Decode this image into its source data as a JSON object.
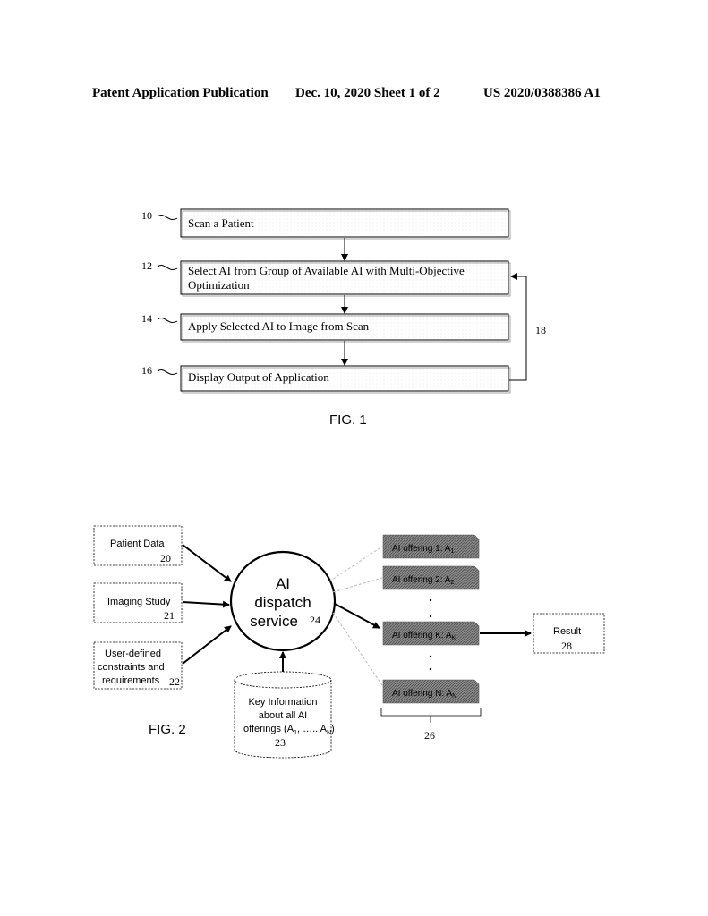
{
  "header": {
    "left": "Patent Application Publication",
    "middle": "Dec. 10, 2020  Sheet 1 of 2",
    "right": "US 2020/0388386 A1"
  },
  "fig1": {
    "caption": "FIG. 1",
    "steps": [
      {
        "ref": "10",
        "lines": [
          "Scan a Patient"
        ]
      },
      {
        "ref": "12",
        "lines": [
          "Select AI from Group of Available AI with Multi-Objective",
          "Optimization"
        ]
      },
      {
        "ref": "14",
        "lines": [
          "Apply Selected AI to Image from Scan"
        ]
      },
      {
        "ref": "16",
        "lines": [
          "Display Output of Application"
        ]
      }
    ],
    "loop_ref": "18"
  },
  "fig2": {
    "caption": "FIG. 2",
    "inputs": [
      {
        "lines": [
          "Patient Data"
        ],
        "ref": "20"
      },
      {
        "lines": [
          "Imaging Study"
        ],
        "ref": "21"
      },
      {
        "lines": [
          "User-defined",
          "constraints and",
          "requirements"
        ],
        "ref": "22"
      }
    ],
    "dispatch": {
      "lines": [
        "AI",
        "dispatch",
        "service"
      ],
      "ref": "24"
    },
    "database": {
      "lines": [
        "Key Information",
        "about all AI",
        "offerings (A",
        ", ….. A",
        ")"
      ],
      "sub1": "1",
      "subN": "N",
      "ref": "23"
    },
    "offerings": [
      {
        "label": "AI offering 1: A",
        "sub": "1"
      },
      {
        "label": "AI offering 2: A",
        "sub": "2"
      },
      {
        "label": "AI offering K: A",
        "sub": "K"
      },
      {
        "label": "AI offering N: A",
        "sub": "N"
      }
    ],
    "offerings_ref": "26",
    "result": {
      "label": "Result",
      "ref": "28"
    }
  }
}
